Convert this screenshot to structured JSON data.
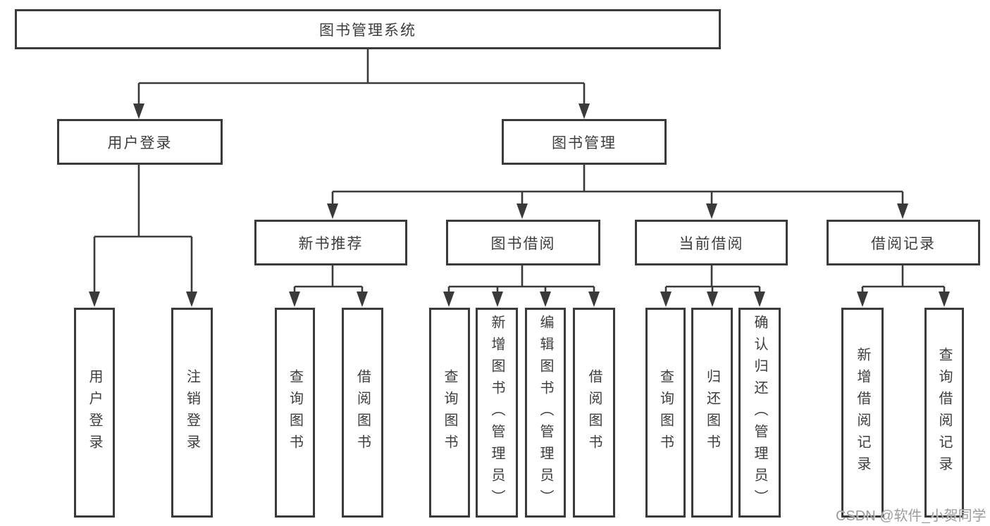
{
  "diagram_title": "图书管理系统",
  "nodes": {
    "system": {
      "label": "图书管理系统"
    },
    "userLogin": {
      "label": "用户登录"
    },
    "bookManagement": {
      "label": "图书管理"
    },
    "loginFeature": {
      "label": "用户登录"
    },
    "logoutFeature": {
      "label": "注销登录"
    },
    "newBookRecommend": {
      "label": "新书推荐"
    },
    "bookBorrowing": {
      "label": "图书借阅"
    },
    "currentBorrowing": {
      "label": "当前借阅"
    },
    "borrowingRecords": {
      "label": "借阅记录"
    },
    "nbQueryBooks": {
      "label": "查询图书"
    },
    "nbBorrowBooks": {
      "label": "借阅图书"
    },
    "bbQueryBooks": {
      "label": "查询图书"
    },
    "bbAddBooks": {
      "label": "新增图书（管理员）"
    },
    "bbEditBooks": {
      "label": "编辑图书（管理员）"
    },
    "bbBorrowBooks": {
      "label": "借阅图书"
    },
    "cbQueryBooks": {
      "label": "查询图书"
    },
    "cbReturnBooks": {
      "label": "归还图书"
    },
    "cbConfirmReturn": {
      "label": "确认归还（管理员）"
    },
    "brAddRecord": {
      "label": "新增借阅记录"
    },
    "brQueryRecord": {
      "label": "查询借阅记录"
    }
  },
  "hierarchy": {
    "system": [
      "userLogin",
      "bookManagement"
    ],
    "userLogin": [
      "loginFeature",
      "logoutFeature"
    ],
    "bookManagement": [
      "newBookRecommend",
      "bookBorrowing",
      "currentBorrowing",
      "borrowingRecords"
    ],
    "newBookRecommend": [
      "nbQueryBooks",
      "nbBorrowBooks"
    ],
    "bookBorrowing": [
      "bbQueryBooks",
      "bbAddBooks",
      "bbEditBooks",
      "bbBorrowBooks"
    ],
    "currentBorrowing": [
      "cbQueryBooks",
      "cbReturnBooks",
      "cbConfirmReturn"
    ],
    "borrowingRecords": [
      "brAddRecord",
      "brQueryRecord"
    ]
  },
  "watermark": {
    "text": "CSDN @软件_小贺同学"
  },
  "colors": {
    "line": "#3a3a3a",
    "text": "#3d3d3d",
    "watermark": "#9c9c9c",
    "background": "#ffffff"
  }
}
